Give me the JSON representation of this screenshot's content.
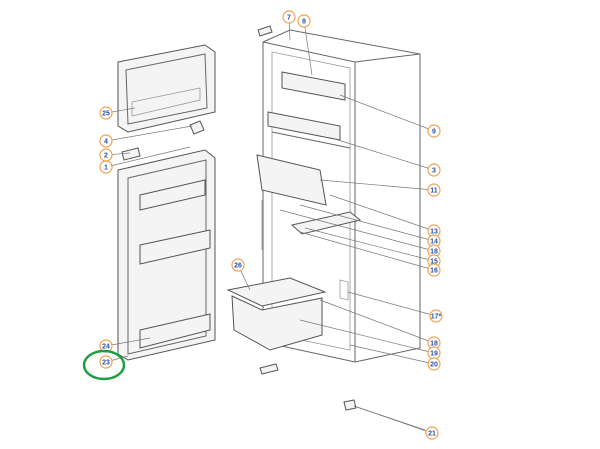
{
  "diagram": {
    "callouts": [
      "7",
      "8",
      "25",
      "4",
      "2",
      "1",
      "9",
      "3",
      "11",
      "13",
      "14",
      "18",
      "15",
      "16",
      "26",
      "17*",
      "24",
      "23",
      "18",
      "19",
      "20",
      "21"
    ],
    "highlighted_callout": "23",
    "colors": {
      "callout_border": "#f0a050",
      "callout_text": "#2b4fa8",
      "highlight": "#1aa040",
      "line": "#666666"
    }
  }
}
